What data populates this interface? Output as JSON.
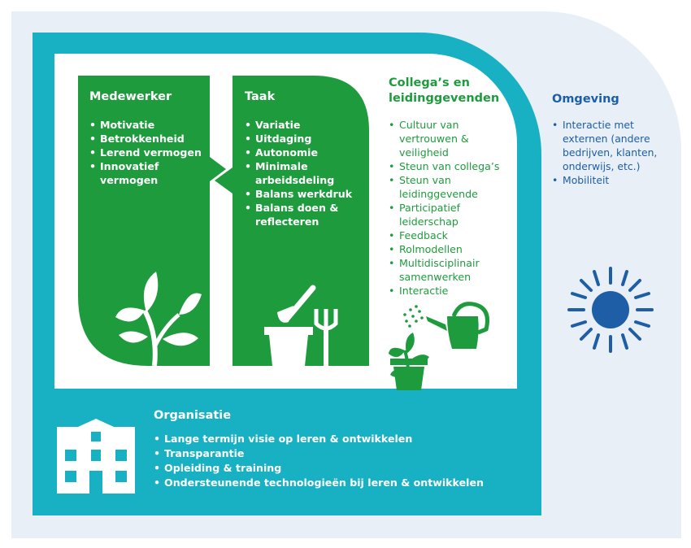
{
  "medewerker": {
    "title": "Medewerker",
    "items": [
      "Motivatie",
      "Betrokkenheid",
      "Lerend vermogen",
      "Innovatief vermogen"
    ]
  },
  "taak": {
    "title": "Taak",
    "items": [
      "Variatie",
      "Uitdaging",
      "Autonomie",
      "Minimale arbeidsdeling",
      "Balans werkdruk",
      "Balans doen & reflecteren"
    ]
  },
  "collegas": {
    "title": "Collega’s en leidinggevenden",
    "items": [
      "Cultuur van vertrouwen & veiligheid",
      "Steun van collega’s",
      "Steun van leidinggevende",
      "Participatief leiderschap",
      "Feedback",
      "Rolmodellen",
      "Multidisciplinair samenwerken",
      "Interactie"
    ]
  },
  "omgeving": {
    "title": "Omgeving",
    "items": [
      "Interactie met externen (andere bedrijven, klanten, onderwijs, etc.)",
      "Mobiliteit"
    ]
  },
  "organisatie": {
    "title": "Organisatie",
    "items": [
      "Lange termijn visie op leren & ontwikkelen",
      "Transparantie",
      "Opleiding & training",
      "Ondersteunende technologieën bij leren & ontwikkelen"
    ]
  },
  "colors": {
    "green": "#1e9b3d",
    "teal": "#17b1c3",
    "blue": "#1d5ea6",
    "light_bg": "#e8eff7"
  }
}
